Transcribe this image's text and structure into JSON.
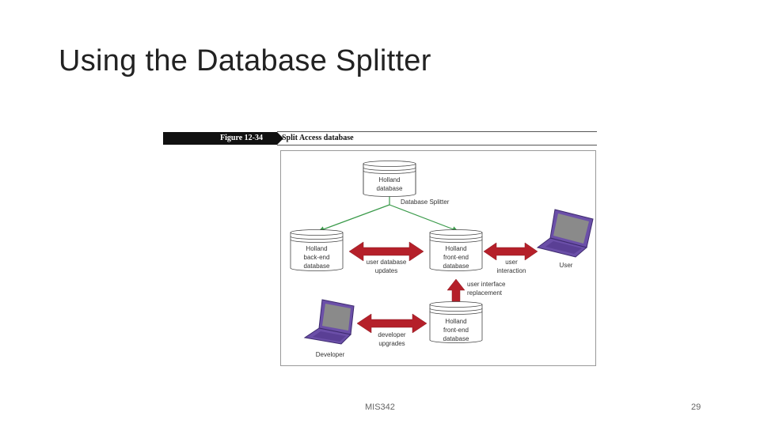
{
  "slide": {
    "title": "Using the Database Splitter",
    "footer_center": "MIS342",
    "page_number": "29"
  },
  "figure": {
    "number": "Figure 12-34",
    "caption": "Split Access database"
  },
  "diagram": {
    "source_db": [
      "Holland",
      "database"
    ],
    "splitter_label": "Database Splitter",
    "backend_db": [
      "Holland",
      "back-end",
      "database"
    ],
    "frontend_db": [
      "Holland",
      "front-end",
      "database"
    ],
    "dev_frontend_db": [
      "Holland",
      "front-end",
      "database"
    ],
    "arrow_backend_frontend": [
      "user database",
      "updates"
    ],
    "arrow_frontend_user": [
      "user",
      "interaction"
    ],
    "arrow_replacement": [
      "user interface",
      "replacement"
    ],
    "arrow_developer": [
      "developer",
      "upgrades"
    ],
    "user_label": "User",
    "developer_label": "Developer",
    "colors": {
      "arrow_red": "#b5202a",
      "splitter_green": "#3a9a4a",
      "laptop_purple": "#6b4fa8",
      "screen_gray": "#8a8a8a"
    }
  }
}
